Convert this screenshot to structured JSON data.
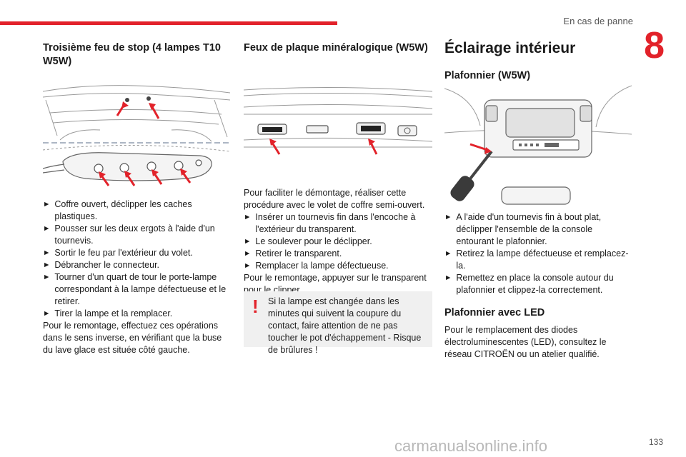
{
  "header": {
    "section_title": "En cas de panne",
    "chapter_number": "8",
    "accent_color": "#e2222a"
  },
  "col1": {
    "heading": "Troisième feu de stop (4 lampes T10 W5W)",
    "steps": [
      "Coffre ouvert, déclipper les caches plastiques.",
      "Pousser sur les deux ergots à l'aide d'un tournevis.",
      "Sortir le feu par l'extérieur du volet.",
      "Débrancher le connecteur.",
      "Tourner d'un quart de tour le porte-lampe correspondant à la lampe défectueuse et le retirer.",
      "Tirer la lampe et la remplacer."
    ],
    "note": "Pour le remontage, effectuez ces opérations dans le sens inverse, en vérifiant que la buse du lave glace est située côté gauche."
  },
  "col2": {
    "heading": "Feux de plaque minéralogique (W5W)",
    "intro": "Pour faciliter le démontage, réaliser cette procédure avec le volet de coffre semi-ouvert.",
    "steps": [
      "Insérer un tournevis fin dans l'encoche à l'extérieur du transparent.",
      "Le soulever pour le déclipper.",
      "Retirer le transparent.",
      "Remplacer la lampe défectueuse."
    ],
    "note": "Pour le remontage, appuyer sur le transparent pour le clipper.",
    "warning": {
      "icon": "!",
      "text": "Si la lampe est changée dans les minutes qui suivent la coupure du contact, faire attention de ne pas toucher le pot d'échappement - Risque de brûlures !"
    }
  },
  "col3": {
    "heading": "Éclairage intérieur",
    "sub1": "Plafonnier (W5W)",
    "steps": [
      "A l'aide d'un tournevis fin à bout plat, déclipper l'ensemble de la console entourant le plafonnier.",
      "Retirez la lampe défectueuse et remplacez-la.",
      "Remettez en place la console autour du plafonnier et clippez-la correctement."
    ],
    "sub2": "Plafonnier avec LED",
    "led_text": "Pour le remplacement des diodes électroluminescentes (LED), consultez le réseau CITROËN ou un atelier qualifié."
  },
  "footer": {
    "page_number": "133",
    "watermark": "carmanualsonline.info"
  }
}
